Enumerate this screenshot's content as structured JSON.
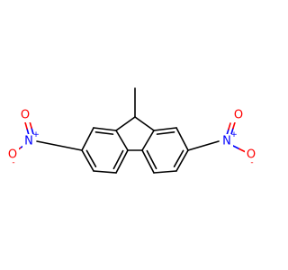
{
  "molecule": {
    "atoms": {
      "nitro_left_n": "N",
      "nitro_left_n_charge": "+",
      "nitro_left_o_top": "O",
      "nitro_left_o_bottom": "O",
      "nitro_left_o_bottom_charge": "-",
      "nitro_right_n": "N",
      "nitro_right_n_charge": "+",
      "nitro_right_o_top": "O",
      "nitro_right_o_bottom": "O",
      "nitro_right_o_bottom_charge": "-"
    },
    "colors": {
      "carbon_bond": "#000000",
      "nitrogen": "#0000ff",
      "oxygen": "#ff0000"
    }
  }
}
